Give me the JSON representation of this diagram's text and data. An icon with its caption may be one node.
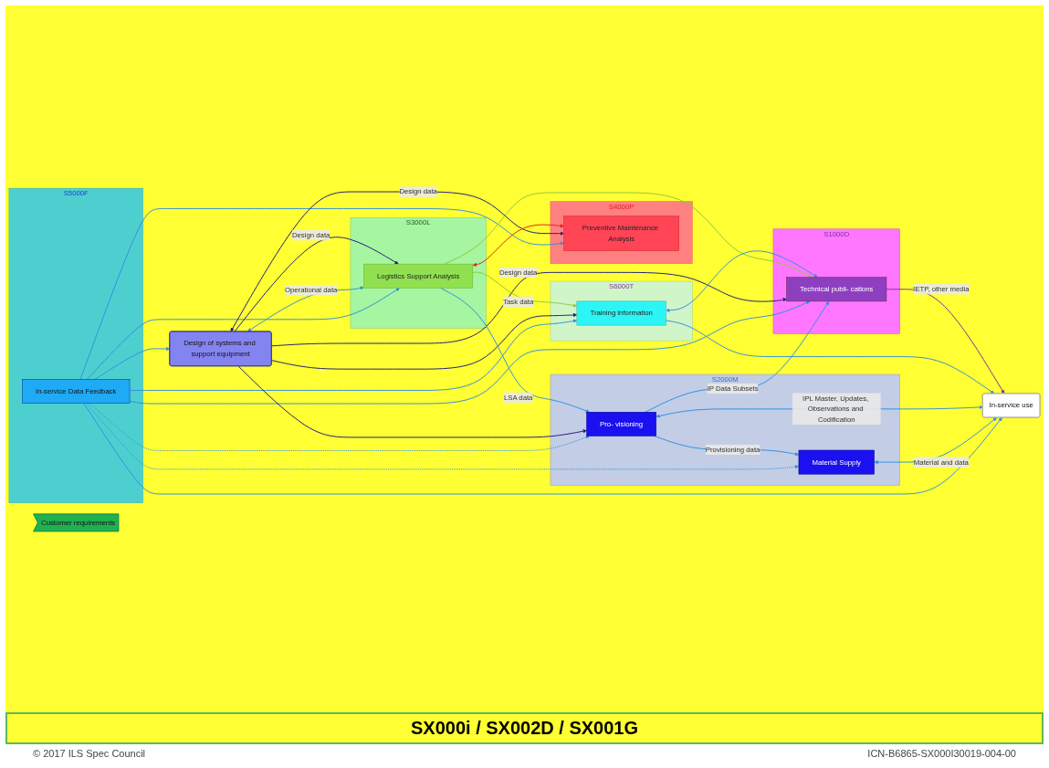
{
  "diagram": {
    "nodes": [
      {
        "text": [
          "S5000F"
        ]
      },
      {
        "text": [
          "In-service Data Feedback"
        ],
        "in": 0
      },
      {
        "text": [
          "Design of systems and support equipment"
        ]
      },
      {
        "text": [
          "S3000L"
        ]
      },
      {
        "text": [
          "Logistics Support Analysis"
        ],
        "in": 3
      },
      {
        "text": [
          "S2000M"
        ]
      },
      {
        "text": [
          "Pro- visioning"
        ],
        "in": 5
      },
      {
        "text": [
          "Material Supply"
        ],
        "in": 5
      },
      {
        "text": [
          "S4000P"
        ]
      },
      {
        "text": [
          "Preventive Maintenance Analysis"
        ],
        "in": 8
      },
      {
        "text": [
          "S6000T"
        ]
      },
      {
        "text": [
          "Training information"
        ],
        "in": 10
      },
      {
        "text": [
          "S1000D"
        ]
      },
      {
        "text": [
          "Technical publi- cations"
        ],
        "in": 12
      },
      {
        "text": [
          "In-service use"
        ]
      },
      {
        "text": [
          "Customer requirements"
        ]
      }
    ],
    "edges": [
      {
        "from": 1,
        "to": 2,
        "arrow": "to"
      },
      {
        "from": 1,
        "to": 4,
        "arrow": "to"
      },
      {
        "from": 1,
        "to": 9,
        "arrow": "to"
      },
      {
        "from": 1,
        "to": 6,
        "arrow": "to",
        "style": "dashed"
      },
      {
        "from": 1,
        "to": 7,
        "arrow": "to",
        "style": "dashed"
      },
      {
        "from": 1,
        "to": 13,
        "arrow": "to"
      },
      {
        "from": 1,
        "to": 11,
        "arrow": "to"
      },
      {
        "from": 1,
        "to": 14,
        "arrow": "to"
      },
      {
        "from": 2,
        "to": 4,
        "arrow": "both",
        "label": "Operational data"
      },
      {
        "from": 2,
        "to": 4,
        "arrow": "to",
        "label": "Design data",
        "color": "#1c1c80"
      },
      {
        "from": 2,
        "to": 9,
        "arrow": "both",
        "label": "Design data",
        "color": "#1c1c80"
      },
      {
        "from": 2,
        "to": 13,
        "arrow": "to",
        "label": "Design data",
        "color": "#1c1c80"
      },
      {
        "from": 2,
        "to": 6,
        "arrow": "to",
        "color": "#1c1c80"
      },
      {
        "from": 2,
        "to": 11,
        "arrow": "to",
        "color": "#1c1c80"
      },
      {
        "from": 4,
        "to": 6,
        "arrow": "to",
        "label": "LSA data"
      },
      {
        "from": 4,
        "to": 11,
        "arrow": "to",
        "label": "Task data",
        "color": "#8fc73e"
      },
      {
        "from": 4,
        "to": 13,
        "arrow": "to",
        "color": "#8fc73e"
      },
      {
        "from": 4,
        "to": 9,
        "arrow": "both",
        "color": "#e02020"
      },
      {
        "from": 6,
        "to": 7,
        "arrow": "to",
        "label": "Provisioning data"
      },
      {
        "from": 7,
        "to": 14,
        "arrow": "both",
        "label": "Material and data"
      },
      {
        "from": 6,
        "to": 14,
        "arrow": "both",
        "label": "IPL Master, Updates, Observations and Codification"
      },
      {
        "from": 6,
        "to": 13,
        "arrow": "to",
        "label": "IP Data Subsets"
      },
      {
        "from": 11,
        "to": 14,
        "arrow": "to"
      },
      {
        "from": 11,
        "to": 13,
        "arrow": "both"
      },
      {
        "from": 13,
        "to": 14,
        "arrow": "to",
        "label": "IETP, other media",
        "color": "#7b2fa0"
      }
    ],
    "labels": [
      "SX000i / SX002D / SX001G",
      "© 2017 ILS Spec Council",
      "ICN-B6865-SX000I30019-004-00"
    ]
  }
}
